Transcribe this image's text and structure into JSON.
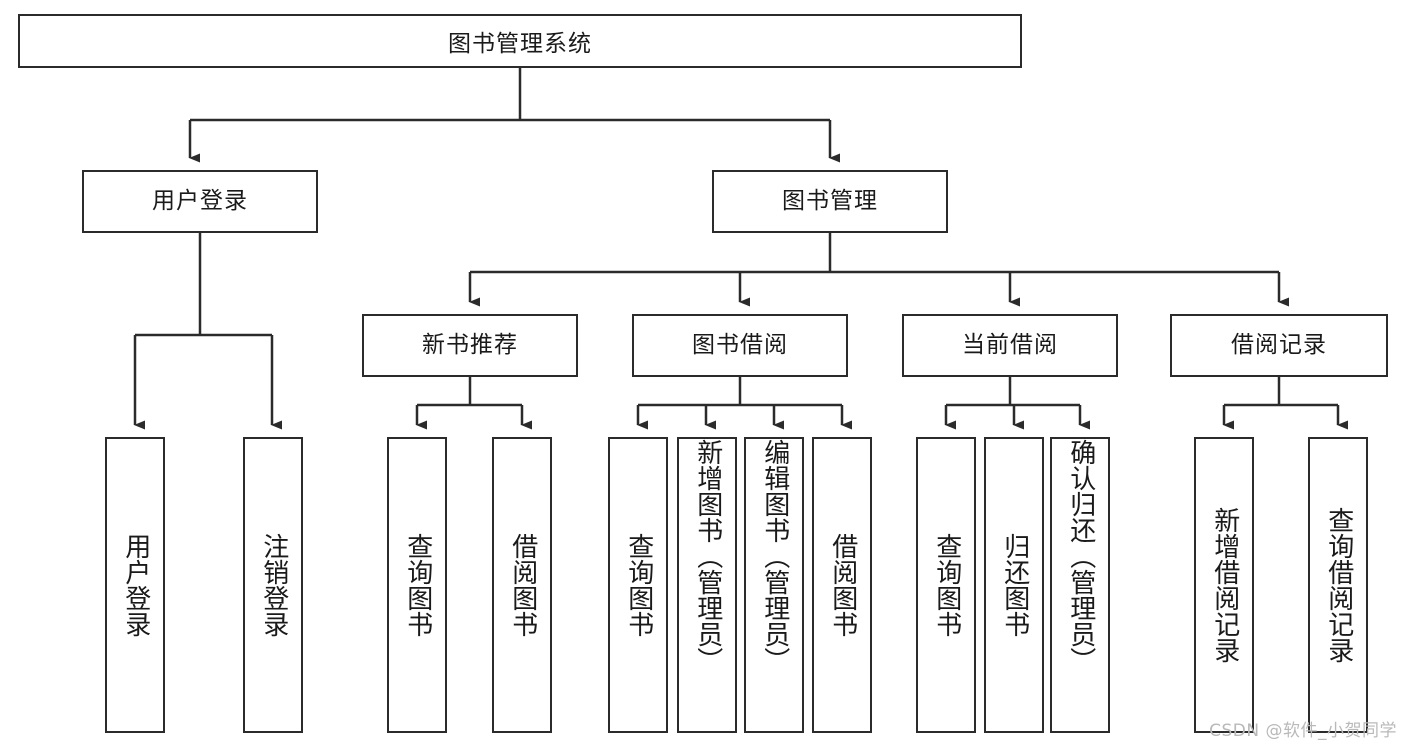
{
  "diagram": {
    "title": "图书管理系统",
    "watermark": "CSDN @软件_小贺同学"
  },
  "nodes": {
    "root": {
      "label": "图书管理系统"
    },
    "level1": [
      {
        "id": "user-login",
        "label": "用户登录"
      },
      {
        "id": "book-manage",
        "label": "图书管理"
      }
    ],
    "level2": [
      {
        "id": "new-book-recommend",
        "label": "新书推荐"
      },
      {
        "id": "book-borrow",
        "label": "图书借阅"
      },
      {
        "id": "current-borrow",
        "label": "当前借阅"
      },
      {
        "id": "borrow-record",
        "label": "借阅记录"
      }
    ],
    "leaves": [
      {
        "id": "leaf-user-login",
        "parent": "user-login",
        "label": "用户登录"
      },
      {
        "id": "leaf-logout",
        "parent": "user-login",
        "label": "注销登录"
      },
      {
        "id": "leaf-query-book-1",
        "parent": "new-book-recommend",
        "label": "查询图书"
      },
      {
        "id": "leaf-borrow-book-1",
        "parent": "new-book-recommend",
        "label": "借阅图书"
      },
      {
        "id": "leaf-query-book-2",
        "parent": "book-borrow",
        "label": "查询图书"
      },
      {
        "id": "leaf-add-book",
        "parent": "book-borrow",
        "label": "新增图书（管理员）"
      },
      {
        "id": "leaf-edit-book",
        "parent": "book-borrow",
        "label": "编辑图书（管理员）"
      },
      {
        "id": "leaf-borrow-book-2",
        "parent": "book-borrow",
        "label": "借阅图书"
      },
      {
        "id": "leaf-query-book-3",
        "parent": "current-borrow",
        "label": "查询图书"
      },
      {
        "id": "leaf-return-book",
        "parent": "current-borrow",
        "label": "归还图书"
      },
      {
        "id": "leaf-confirm-return",
        "parent": "current-borrow",
        "label": "确认归还（管理员）"
      },
      {
        "id": "leaf-add-record",
        "parent": "borrow-record",
        "label": "新增借阅记录"
      },
      {
        "id": "leaf-query-record",
        "parent": "borrow-record",
        "label": "查询借阅记录"
      }
    ]
  },
  "style": {
    "stroke": "#2b2b2b",
    "fill": "#ffffff",
    "text": "#1a1a1a",
    "watermark_color": "#b9b9b9"
  }
}
